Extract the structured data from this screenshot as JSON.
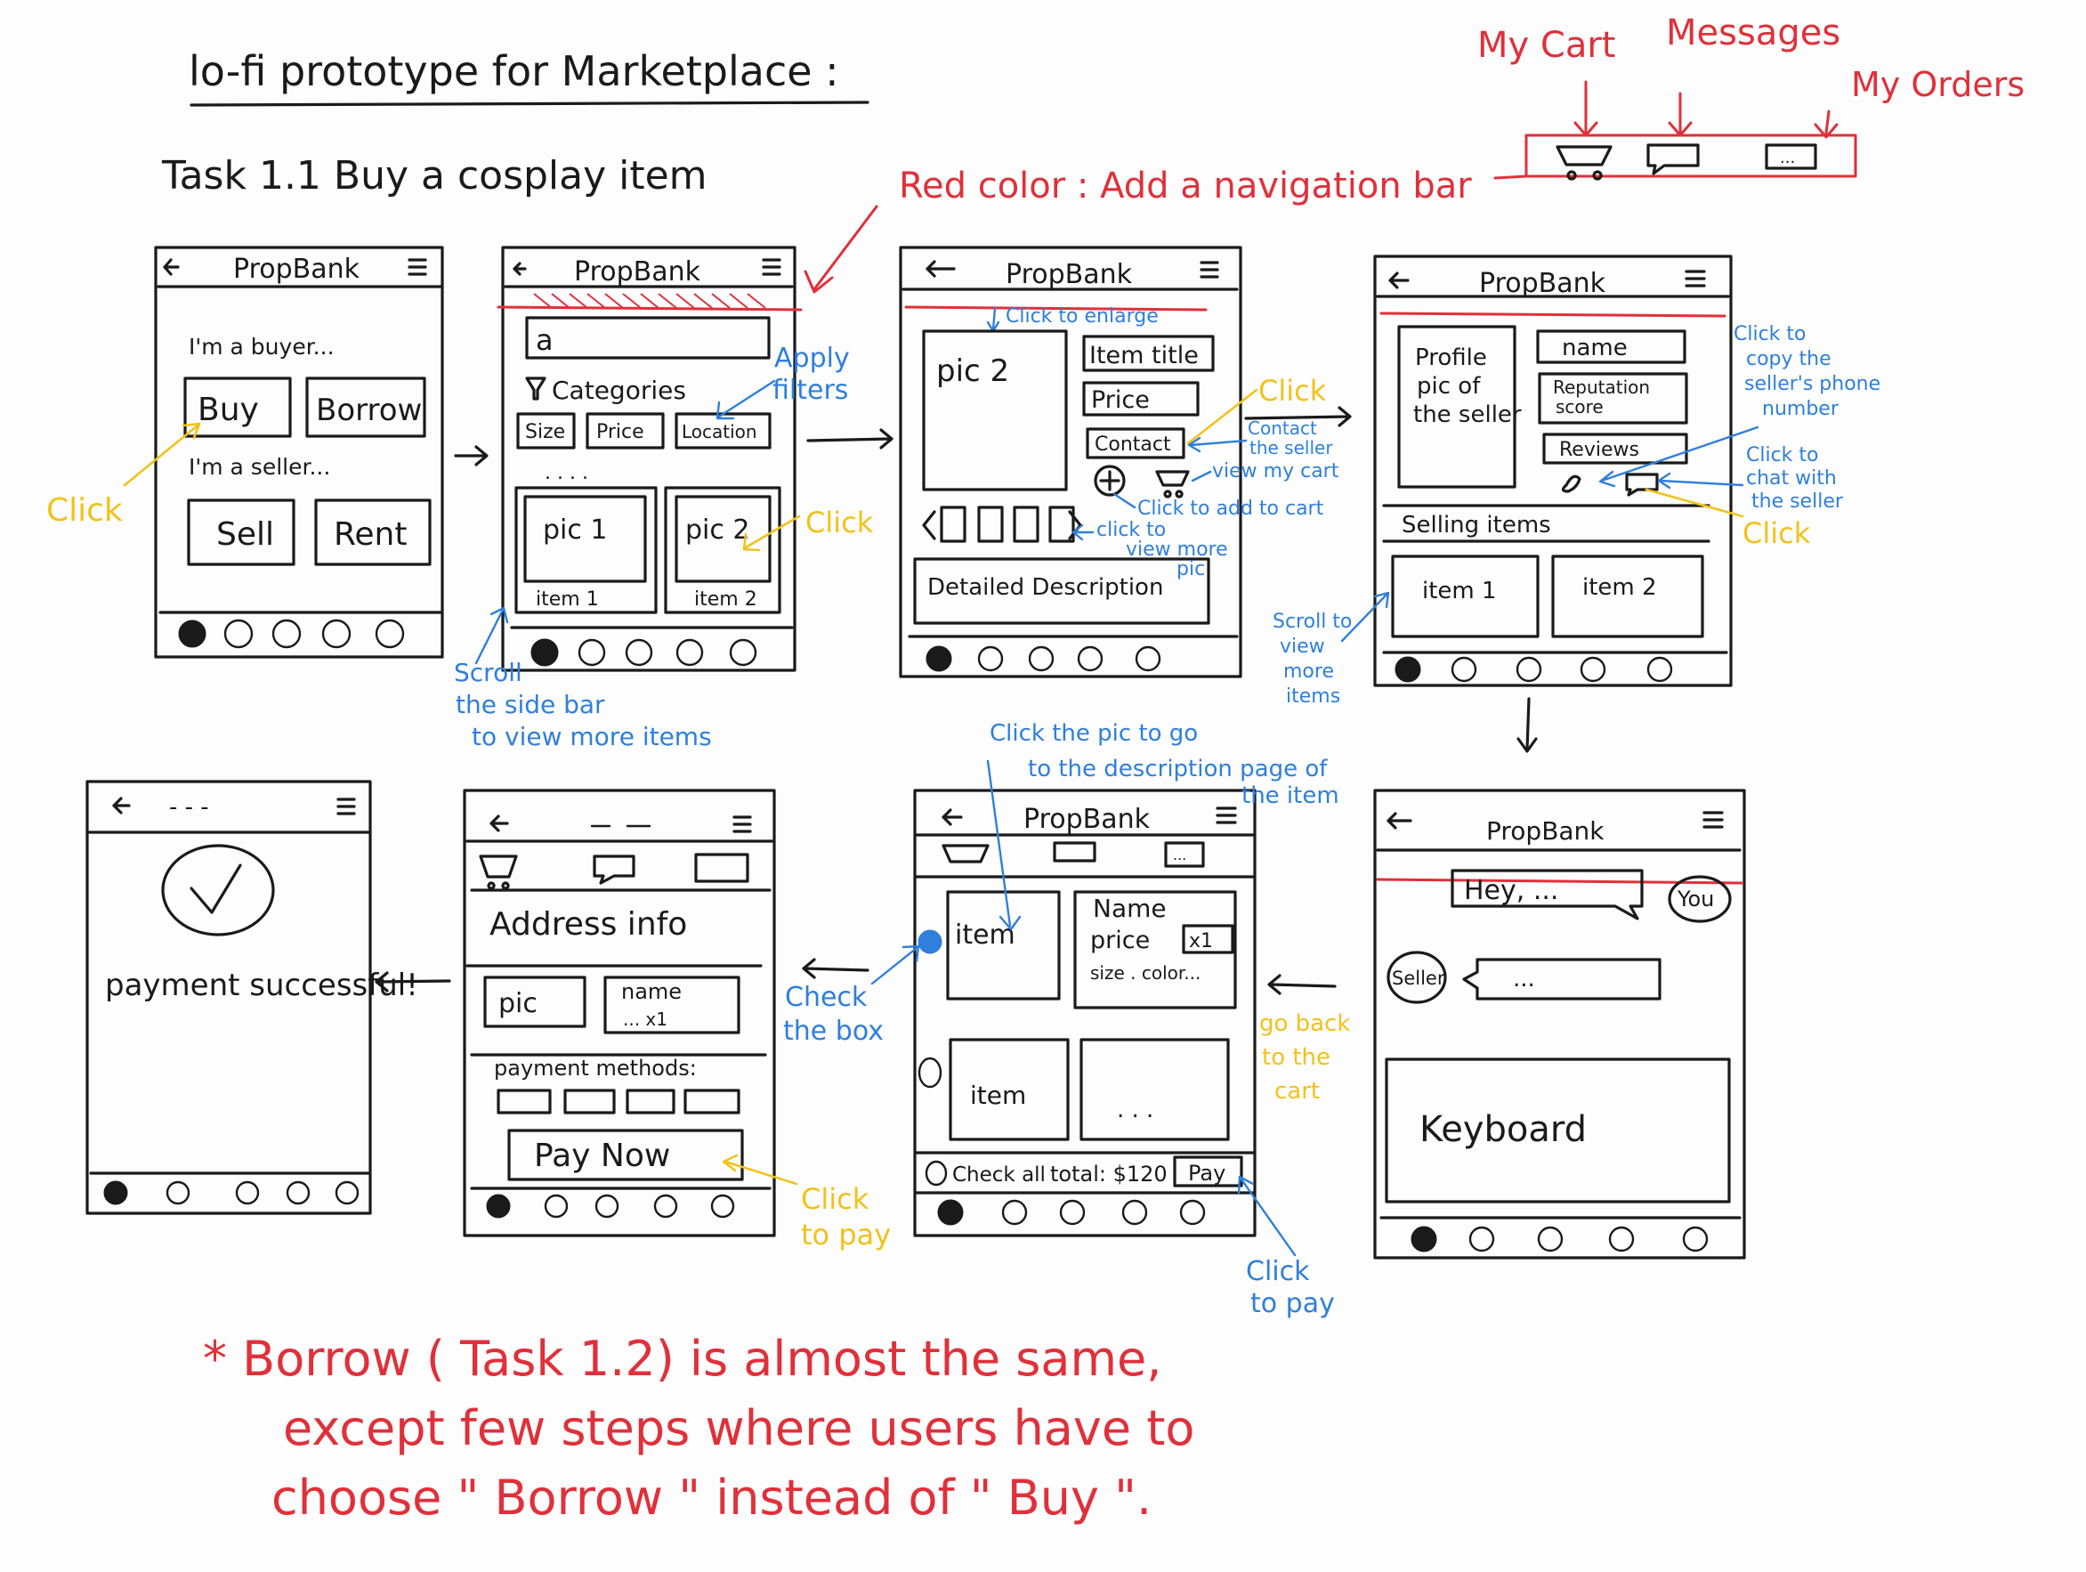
{
  "title": "lo-fi prototype for Marketplace :",
  "task": "Task 1.1  Buy  a  cosplay  item",
  "nav_note": "Red color :  Add  a  navigation  bar",
  "nav_labels": {
    "cart": "My Cart",
    "messages": "Messages",
    "orders": "My Orders"
  },
  "app_name": "PropBank",
  "screen1": {
    "buyer": "I'm a buyer...",
    "buy": "Buy",
    "borrow": "Borrow",
    "seller": "I'm a seller...",
    "sell": "Sell",
    "rent": "Rent",
    "click": "Click"
  },
  "screen2": {
    "search": "a",
    "categories": "Categories",
    "size": "Size",
    "price": "Price",
    "location": "Location",
    "dots": ". . . .",
    "pic1": "pic 1",
    "pic2": "pic 2",
    "item1": "item 1",
    "item2": "item 2",
    "apply": [
      "Apply",
      "filters"
    ],
    "click": "Click",
    "scroll": [
      "Scroll",
      "the side bar",
      "to view more items"
    ]
  },
  "screen3": {
    "enlarge": "Click to enlarge",
    "pic": "pic 2",
    "item_title": "Item title",
    "price": "Price",
    "contact": "Contact",
    "click": "Click",
    "contact_note": [
      "Contact",
      "the seller"
    ],
    "view_cart": "view my cart",
    "add_cart": "Click to add to cart",
    "more_pic": [
      "click to",
      "view more",
      "pic"
    ],
    "description": "Detailed Description"
  },
  "screen4": {
    "profile": [
      "Profile",
      "pic of",
      "the seller"
    ],
    "name": "name",
    "reputation": [
      "Reputation",
      "score"
    ],
    "reviews": "Reviews",
    "selling": "Selling items",
    "item1": "item 1",
    "item2": "item 2",
    "copy_note": [
      "Click to",
      "copy the",
      "seller's phone",
      "number"
    ],
    "chat_note": [
      "Click to",
      "chat with",
      "the seller"
    ],
    "click": "Click",
    "scroll": [
      "Scroll to",
      "view",
      "more",
      "items"
    ]
  },
  "screen5": {
    "hey": "Hey, ...",
    "you": "You",
    "seller": "Seller",
    "reply": "...",
    "keyboard": "Keyboard"
  },
  "screen6": {
    "item": "item",
    "name": "Name",
    "price": "price",
    "qty": "x1",
    "size": "size . color...",
    "item2": "item",
    "dots": ". . .",
    "check_all": "Check all",
    "total": "total: $120",
    "pay": "Pay",
    "desc_note": [
      "Click the pic to go",
      "to the description page of",
      "the item"
    ],
    "back_note": [
      "go back",
      "to the",
      "cart"
    ],
    "pay_note": [
      "Click",
      "to pay"
    ]
  },
  "screen7": {
    "address": "Address info",
    "pic": "pic",
    "name": "name",
    "qty": "... x1",
    "methods": "payment methods:",
    "pay_now": "Pay Now",
    "check_note": [
      "Check",
      "the box"
    ],
    "pay_note": [
      "Click",
      "to pay"
    ]
  },
  "screen8": {
    "header": "- - -",
    "success": "payment successful!"
  },
  "footnote": [
    "* Borrow ( Task 1.2)  is  almost  the  same,",
    "except  few  steps  where  users  have  to",
    "choose  \" Borrow \"  instead  of  \" Buy \"."
  ]
}
